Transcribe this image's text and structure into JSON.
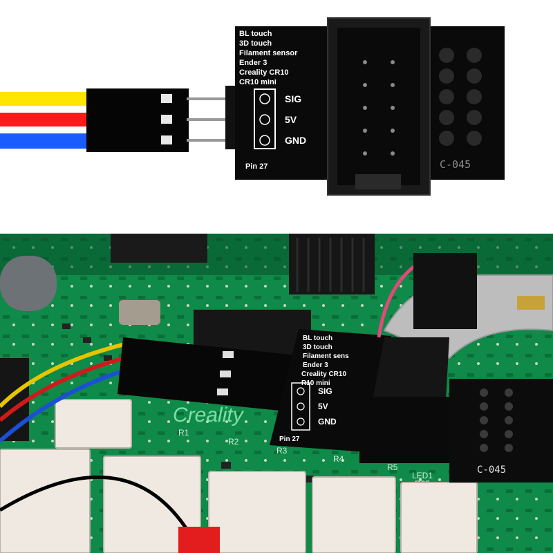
{
  "adapter_top": {
    "compat_lines": [
      "BL touch",
      "3D touch",
      "Filament sensor",
      "Ender 3",
      "Creality CR10",
      "CR10 mini"
    ],
    "pins": [
      "SIG",
      "5V",
      "GND"
    ],
    "pin_label": "Pin 27",
    "part_code": "C-045"
  },
  "adapter_bottom": {
    "compat_lines": [
      "BL touch",
      "3D touch",
      "Filament sens",
      "Ender 3",
      "Creality CR10",
      "R10 mini"
    ],
    "pins": [
      "SIG",
      "5V",
      "GND"
    ],
    "pin_label": "Pin 27",
    "part_code": "C-045"
  },
  "board": {
    "brand": "Creality",
    "silkscreen": [
      "R1",
      "R2",
      "R3",
      "R4",
      "R5",
      "LED1",
      "R25"
    ]
  },
  "wire_colors": {
    "signal": "#ffe600",
    "power": "#ff1a1a",
    "ground": "#1a5cff",
    "pcb": "#0f8a48",
    "pcb_dark": "#06502a"
  }
}
